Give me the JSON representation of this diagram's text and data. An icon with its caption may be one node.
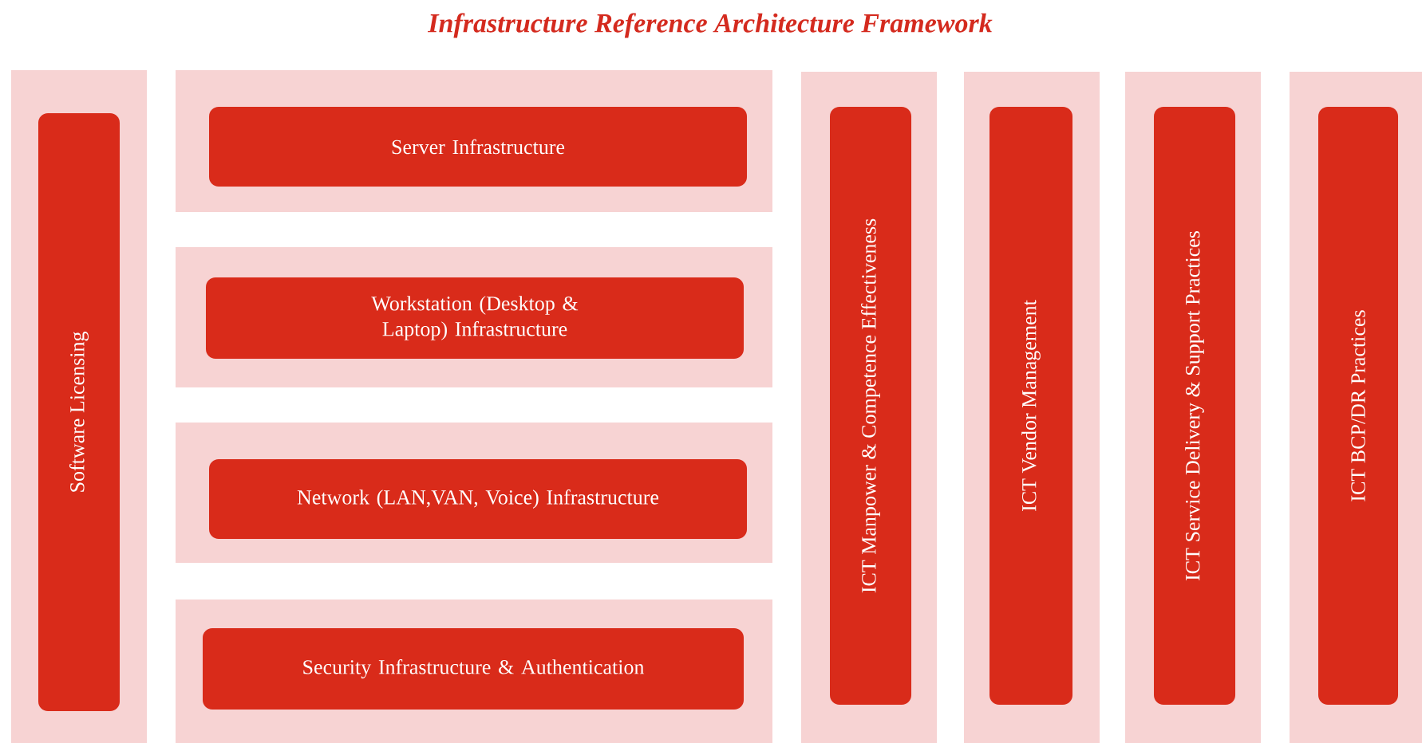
{
  "diagram": {
    "title": "Infrastructure  Reference  Architecture Framework",
    "nodes": [
      {
        "text": [],
        "shape": "box"
      },
      {
        "text": [
          "Software Licensing"
        ],
        "in": 0
      },
      {
        "text": [],
        "shape": "box"
      },
      {
        "text": [
          "Server Infrastructure"
        ],
        "in": 2
      },
      {
        "text": [],
        "shape": "box"
      },
      {
        "text": [
          "Workstation (Desktop & Laptop) Infrastructure"
        ],
        "in": 4
      },
      {
        "text": [],
        "shape": "box"
      },
      {
        "text": [
          "Network (LAN,VAN, Voice) Infrastructure"
        ],
        "in": 6
      },
      {
        "text": [],
        "shape": "box"
      },
      {
        "text": [
          "Security Infrastructure & Authentication"
        ],
        "in": 8
      },
      {
        "text": [],
        "shape": "box"
      },
      {
        "text": [
          "ICT Manpower & Competence Effectiveness"
        ],
        "in": 10
      },
      {
        "text": [],
        "shape": "box"
      },
      {
        "text": [
          "ICT Vendor Management"
        ],
        "in": 12
      },
      {
        "text": [],
        "shape": "box"
      },
      {
        "text": [
          "ICT Service Delivery & Support Practices"
        ],
        "in": 14
      },
      {
        "text": [],
        "shape": "box"
      },
      {
        "text": [
          "ICT BCP/DR Practices"
        ],
        "in": 16
      }
    ]
  }
}
